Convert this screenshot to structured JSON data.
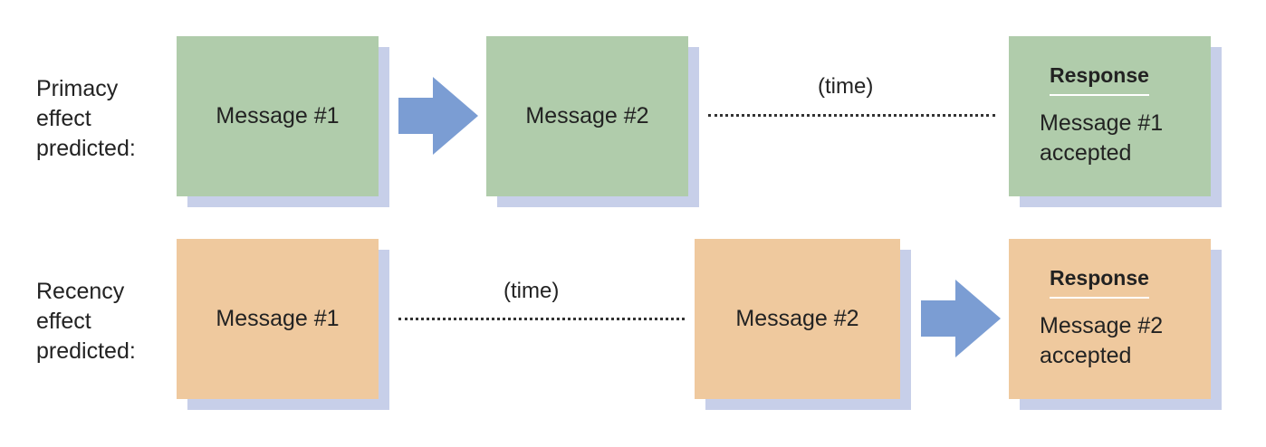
{
  "rows": [
    {
      "label": [
        "Primacy",
        "effect",
        "predicted:"
      ],
      "message1": "Message #1",
      "message2": "Message #2",
      "time": "(time)",
      "response_title": "Response",
      "response_text": [
        "Message #1",
        "accepted"
      ]
    },
    {
      "label": [
        "Recency",
        "effect",
        "predicted:"
      ],
      "message1": "Message #1",
      "message2": "Message #2",
      "time": "(time)",
      "response_title": "Response",
      "response_text": [
        "Message #2",
        "accepted"
      ]
    }
  ],
  "colors": {
    "primacy_box": "#b0ccab",
    "recency_box": "#efc99e",
    "shadow": "#c7cfe9",
    "arrow": "#7b9dd3"
  }
}
